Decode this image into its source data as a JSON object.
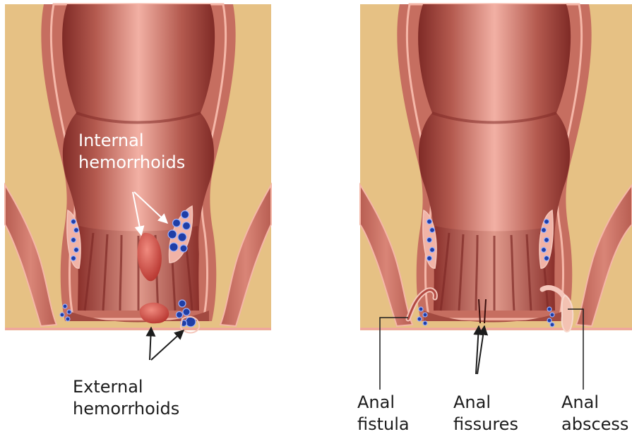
{
  "labels": {
    "internal": [
      "Internal",
      "hemorrhoids"
    ],
    "external": [
      "External",
      "hemorrhoids"
    ],
    "fistula": [
      "Anal",
      "fistula"
    ],
    "fissures": [
      "Anal",
      "fissures"
    ],
    "abscess": [
      "Anal",
      "abscess"
    ]
  },
  "colors": {
    "fat": "#e6c184",
    "muscle": "#c66e60",
    "muscle_dark": "#a24a40",
    "lumen_center": "#f2b0a4",
    "lumen_edge": "#7f2a26",
    "vein": "#1f3ea6",
    "vein_pocket": "#f1b3a6",
    "hemorrhoid": "#d8544a",
    "skin_line": "#f0a3a0"
  }
}
